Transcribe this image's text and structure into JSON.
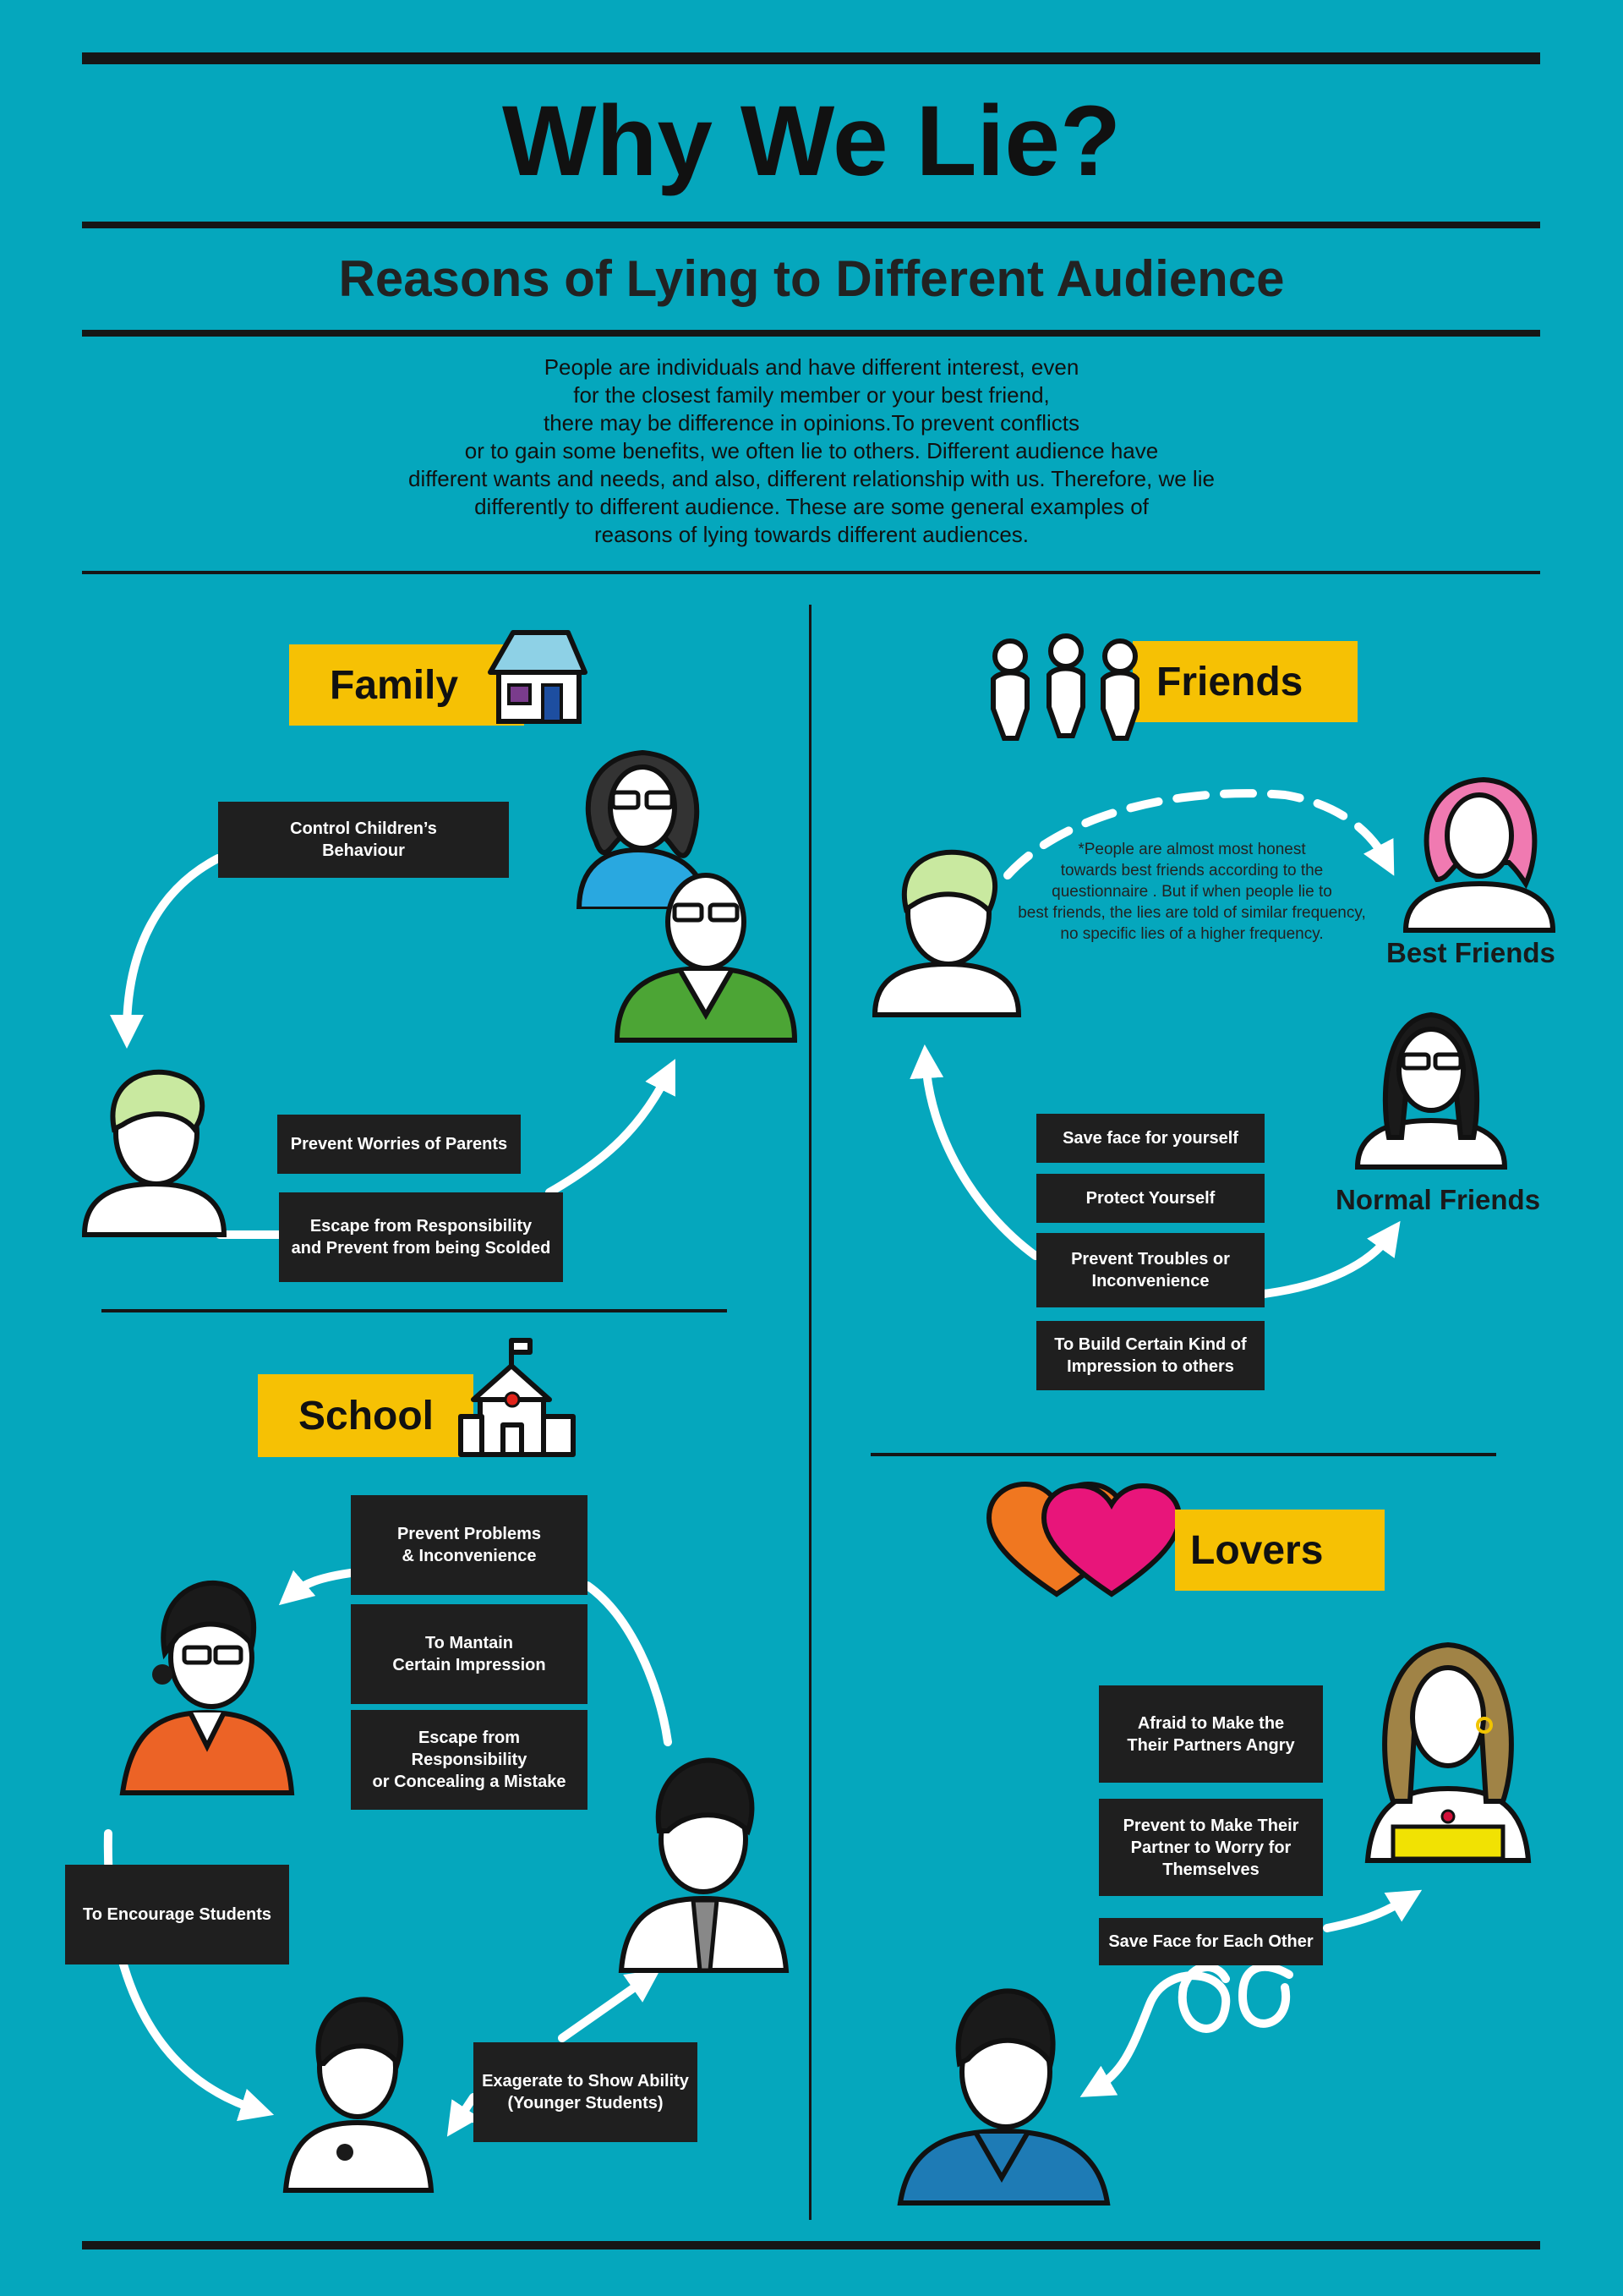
{
  "header": {
    "title": "Why We Lie?",
    "subtitle": "Reasons of Lying to Different Audience",
    "intro_lines": [
      "People are individuals and have different interest, even",
      "for the closest family member or your best friend,",
      "there may be difference in opinions.To prevent conflicts",
      "or to gain some benefits, we often lie to others. Different audience have",
      "different wants and needs, and also, different relationship with us. Therefore, we lie",
      "differently to different audience. These are some general examples of",
      "reasons of lying towards different audiences."
    ]
  },
  "family": {
    "title": "Family",
    "reasons": {
      "control": "Control Children’s\nBehaviour",
      "worries": "Prevent Worries of Parents",
      "escape": "Escape from Responsibility\nand Prevent from being Scolded"
    }
  },
  "friends": {
    "title": "Friends",
    "note": "*People are almost most honest\ntowards best friends according to the\nquestionnaire . But if when people lie to\nbest friends, the lies are told of similar frequency,\nno specific lies of a higher frequency.",
    "best_label": "Best Friends",
    "normal_label": "Normal Friends",
    "reasons": {
      "save_face": "Save face for yourself",
      "protect": "Protect Yourself",
      "troubles": "Prevent Troubles or\nInconvenience",
      "impression": "To Build Certain Kind of\nImpression to others"
    }
  },
  "school": {
    "title": "School",
    "reasons": {
      "problems": "Prevent Problems\n& Inconvenience",
      "maintain": "To Mantain\nCertain Impression",
      "conceal": "Escape from\nResponsibility\nor Concealing a Mistake",
      "encourage": "To Encourage Students",
      "exaggerate": "Exagerate to Show Ability\n(Younger Students)"
    }
  },
  "lovers": {
    "title": "Lovers",
    "reasons": {
      "angry": "Afraid to Make the\nTheir Partners Angry",
      "worry": "Prevent to Make Their\nPartner to Worry for\nThemselves",
      "face": "Save Face for Each Other"
    }
  },
  "colors": {
    "background": "#05a7bd",
    "banner": "#f6c104",
    "box": "#1f1f1f"
  }
}
